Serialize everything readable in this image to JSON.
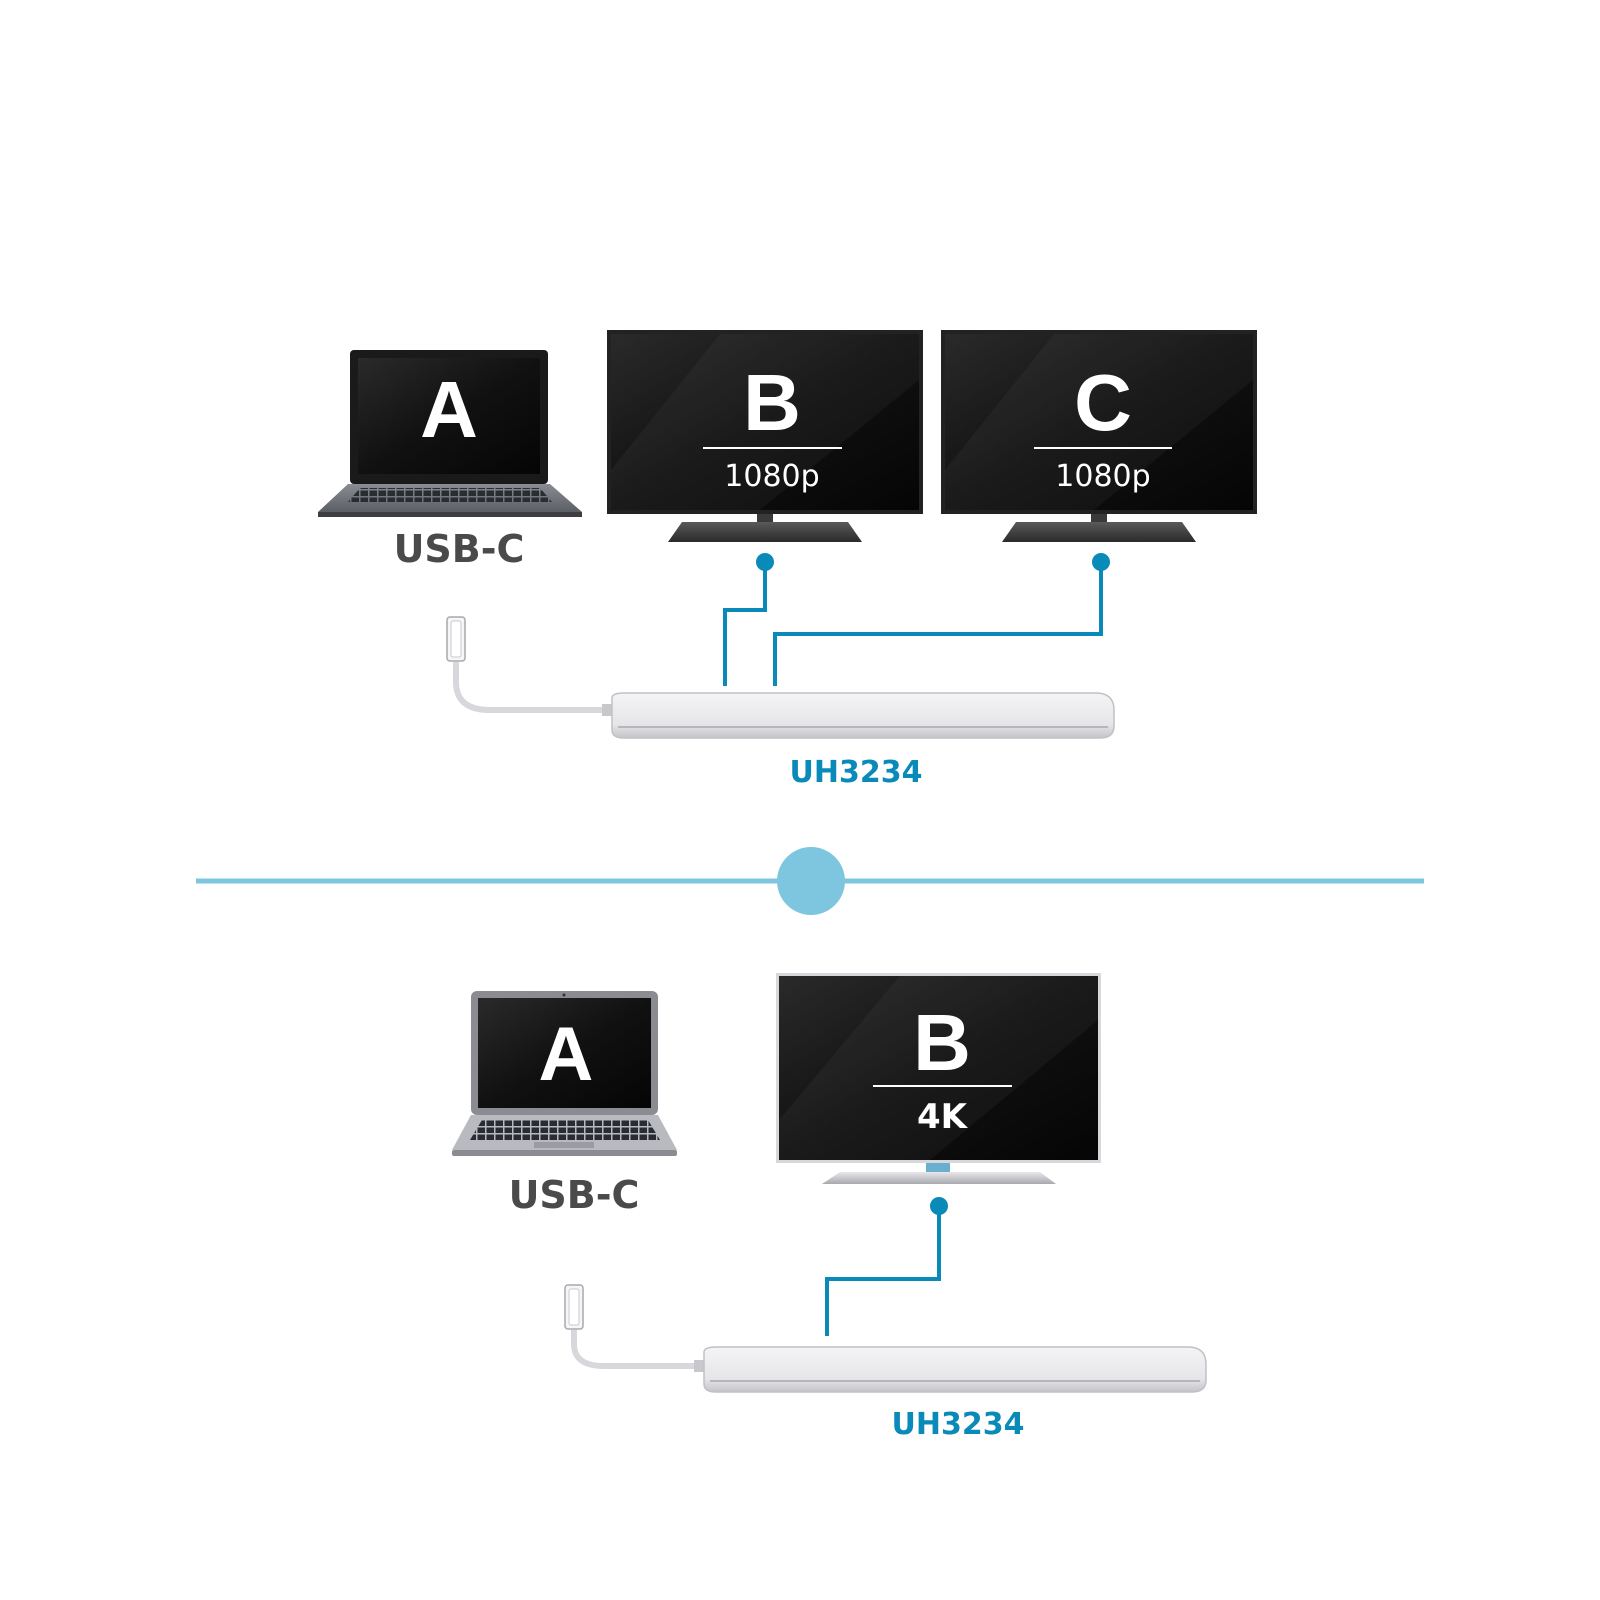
{
  "colors": {
    "accent": "#0a8ab8",
    "divider": "#7ec6df",
    "label_gray": "#4a4a4a",
    "screen": "#0d0d0d"
  },
  "top": {
    "laptop_letter": "A",
    "laptop_port_label": "USB-C",
    "monitors": [
      {
        "letter": "B",
        "resolution": "1080p"
      },
      {
        "letter": "C",
        "resolution": "1080p"
      }
    ],
    "hub_model": "UH3234"
  },
  "bottom": {
    "laptop_letter": "A",
    "laptop_port_label": "USB-C",
    "monitor": {
      "letter": "B",
      "resolution": "4K"
    },
    "hub_model": "UH3234"
  }
}
